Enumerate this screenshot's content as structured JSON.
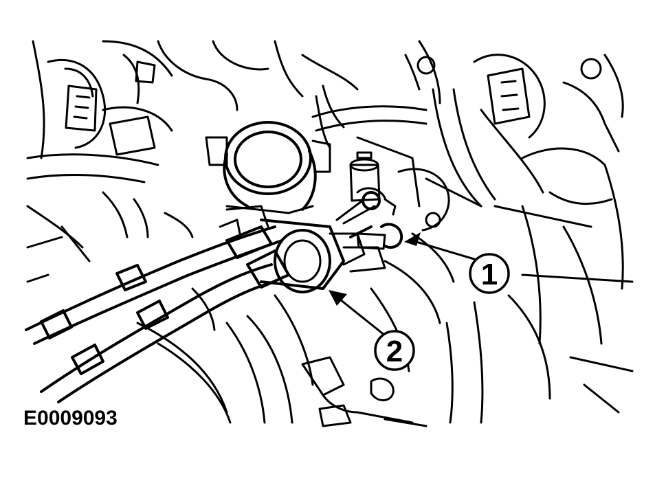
{
  "figure": {
    "reference_code": "E0009093"
  },
  "callouts": [
    {
      "label": "1",
      "target": "cable-end-ball-socket"
    },
    {
      "label": "2",
      "target": "cable-bracket-retaining-clip"
    }
  ],
  "colors": {
    "line": "#000000",
    "background": "#ffffff"
  }
}
